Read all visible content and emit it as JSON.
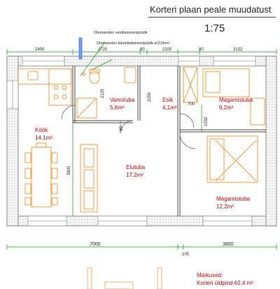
{
  "title": "Korteri plaan peale muudatust",
  "scale": "1:75",
  "notes": {
    "vent": "Olemasolev ventilatsioonipüstik",
    "sewer": "Olemasolev kanalisatsioonipüstik ø110mm"
  },
  "rooms": {
    "kook": {
      "name": "Köök",
      "area": "14,1m²"
    },
    "vannituba": {
      "name": "Vannituba",
      "area": "5,6m²"
    },
    "esik": {
      "name": "Esik",
      "area": "4,1m²"
    },
    "magamistuba1": {
      "name": "Magamistuba",
      "area": "9,2m²"
    },
    "elutuba": {
      "name": "Elutuba",
      "area": "17,2m²"
    },
    "magamistuba2": {
      "name": "Magamistuba",
      "area": "12,2m²"
    }
  },
  "dims_top": {
    "d1": "2400",
    "d2": "2720",
    "d3": "80",
    "d4": "2100",
    "d5": "80",
    "d6": "3132"
  },
  "dims_inner": {
    "v1": "2120",
    "v2": "2200",
    "v3": "80",
    "v4": "1032",
    "v5": "3800",
    "h1": "700"
  },
  "dims_bottom": {
    "b1": "7000",
    "b2": "100",
    "b3": "3800"
  },
  "legend": {
    "heading": "Märkused:",
    "total": "Korteri üldpind 62,4 m²"
  },
  "colors": {
    "walls": "#9a9a9a",
    "furniture": "#ff7f00",
    "dimension": "#00a000",
    "label": "#cc0000"
  }
}
